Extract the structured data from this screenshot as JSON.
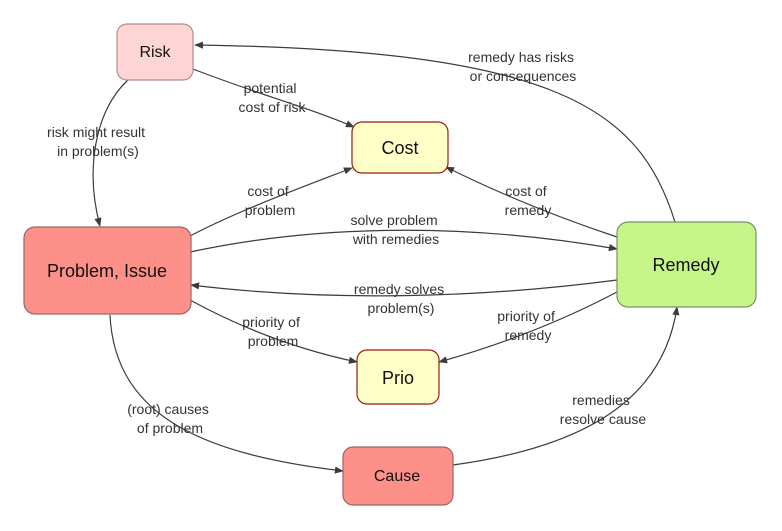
{
  "nodes": {
    "risk": {
      "label": "Risk",
      "fill": "#fdd5d5",
      "stroke": "#b58a8a"
    },
    "cost": {
      "label": "Cost",
      "fill": "#ffffc8",
      "stroke": "#9c1b0f"
    },
    "problem": {
      "label": "Problem, Issue",
      "fill": "#fd9088",
      "stroke": "#9a6663"
    },
    "remedy": {
      "label": "Remedy",
      "fill": "#c6f58a",
      "stroke": "#7b8f66"
    },
    "prio": {
      "label": "Prio",
      "fill": "#ffffc8",
      "stroke": "#9c1b0f"
    },
    "cause": {
      "label": "Cause",
      "fill": "#fd9088",
      "stroke": "#9a6663"
    }
  },
  "edges": {
    "remedy_to_risk": [
      "remedy has risks",
      "or consequences"
    ],
    "risk_to_cost": [
      "potential",
      "cost of risk"
    ],
    "risk_to_problem": [
      "risk might result",
      "in problem(s)"
    ],
    "problem_to_cost": [
      "cost of",
      "problem"
    ],
    "remedy_to_cost": [
      "cost of",
      "remedy"
    ],
    "problem_to_remedy": [
      "solve problem",
      "with remedies"
    ],
    "remedy_to_problem": [
      "remedy solves",
      "problem(s)"
    ],
    "problem_to_prio": [
      "priority of",
      "problem"
    ],
    "remedy_to_prio": [
      "priority of",
      "remedy"
    ],
    "problem_to_cause": [
      "(root) causes",
      "of problem"
    ],
    "cause_to_remedy": [
      "remedies",
      "resolve cause"
    ]
  }
}
